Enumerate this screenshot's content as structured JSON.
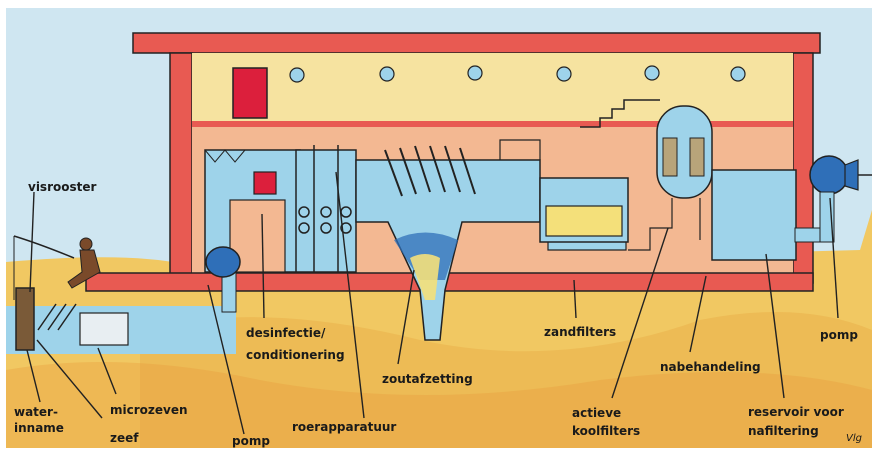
{
  "labels": {
    "visrooster": "visrooster",
    "water_inname_1": "water-",
    "water_inname_2": "inname",
    "microzeven": "microzeven",
    "zeef": "zeef",
    "pomp_intake": "pomp",
    "desinfectie_1": "desinfectie/",
    "desinfectie_2": "conditionering",
    "roerapparatuur": "roerapparatuur",
    "zoutafzetting": "zoutafzetting",
    "zandfilters": "zandfilters",
    "actieve_1": "actieve",
    "actieve_2": "koolfilters",
    "nabehandeling": "nabehandeling",
    "reservoir_1": "reservoir voor",
    "reservoir_2": "nafiltering",
    "pomp_outlet": "pomp"
  },
  "signature": "Vlg",
  "colors": {
    "wall": "#e85a52",
    "water": "#9ed3ea",
    "sky": "#cde6f2",
    "upper_floor": "#f6e3a0",
    "interior": "#f3b892",
    "ground": "#f1c862",
    "sand": "#f4e07a",
    "pump": "#2f6fb8",
    "door": "#dc1f3c"
  }
}
